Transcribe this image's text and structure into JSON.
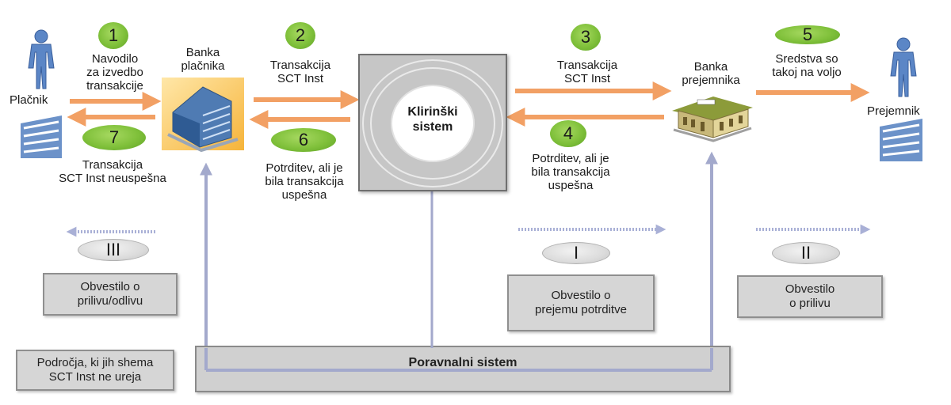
{
  "actors": {
    "payer_label": "Plačnik",
    "payee_label": "Prejemnik",
    "payer_bank_label": "Banka\nplačnika",
    "payee_bank_label": "Banka\nprejemnika"
  },
  "steps": [
    {
      "num": "1",
      "text": "Navodilo\nza izvedbo\ntransakcije"
    },
    {
      "num": "2",
      "text": "Transakcija\nSCT Inst"
    },
    {
      "num": "3",
      "text": "Transakcija\nSCT Inst"
    },
    {
      "num": "4",
      "text": "Potrditev, ali je\nbila transakcija\nuspešna"
    },
    {
      "num": "5",
      "text": "Sredstva so\ntakoj na voljo"
    },
    {
      "num": "6",
      "text": "Potrditev, ali je\nbila transakcija\nuspešna"
    },
    {
      "num": "7",
      "text": "Transakcija\nSCT Inst neuspešna"
    }
  ],
  "clearing_system": "Klirinški\nsistem",
  "settlement_system": "Poravnalni sistem",
  "notifications": [
    {
      "num": "I",
      "text": "Obvestilo o\nprejemu potrditve"
    },
    {
      "num": "II",
      "text": "Obvestilo\no prilivu"
    },
    {
      "num": "III",
      "text": "Obvestilo o\nprilivu/odlivu"
    }
  ],
  "legend_text": "Področja, ki jih shema\nSCT Inst ne ureja",
  "colors": {
    "orange_arrow": "#f2a064",
    "green_badge": "#7fc03a",
    "grey_box": "#d6d6d6",
    "blue_line": "#a3a9cc",
    "person_blue": "#5b86c6"
  },
  "icons": [
    "person-icon",
    "office-building-icon",
    "bank-building-icon"
  ]
}
